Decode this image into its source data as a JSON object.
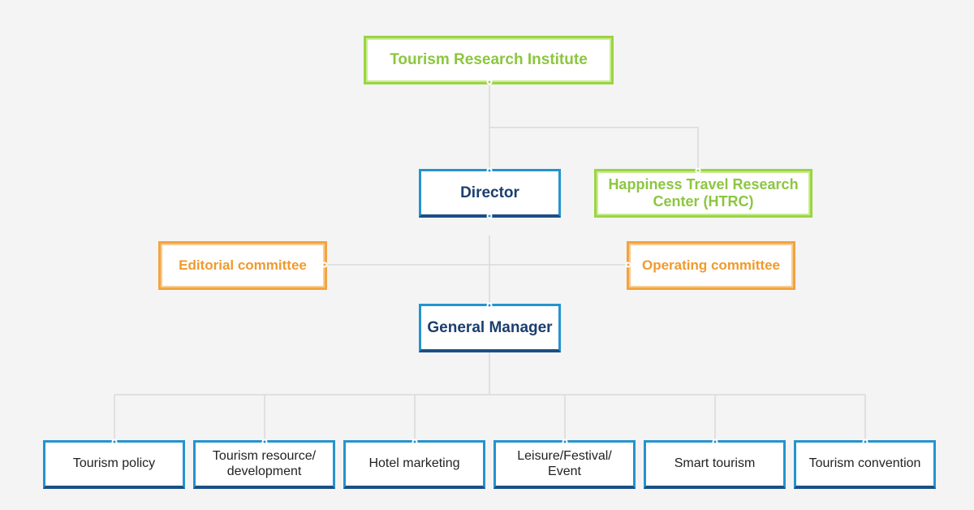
{
  "org": {
    "top": "Tourism Research Institute",
    "director": "Director",
    "htrc": "Happiness Travel Research Center (HTRC)",
    "editorial": "Editorial committee",
    "operating": "Operating committee",
    "gm": "General Manager",
    "departments": [
      "Tourism policy",
      "Tourism resource/ development",
      "Hotel marketing",
      "Leisure/Festival/ Event",
      "Smart tourism",
      "Tourism convention"
    ]
  },
  "colors": {
    "green": "#9bd443",
    "orange": "#f3a33f",
    "blue": "#2593cf",
    "navy": "#1b4f86",
    "connector": "#d8d8d8",
    "background": "#f4f4f4"
  }
}
